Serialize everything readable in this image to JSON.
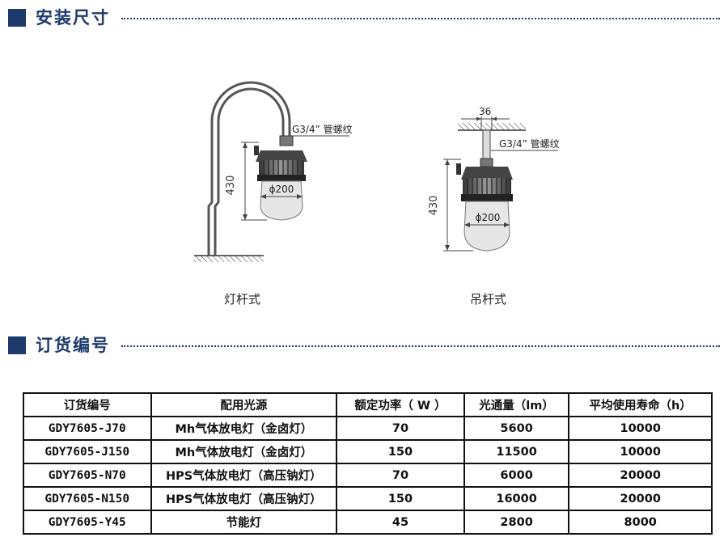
{
  "sections": {
    "install_title": "安装尺寸",
    "order_title": "订货编号"
  },
  "drawings": {
    "left": {
      "caption": "灯杆式",
      "thread_label": "G3/4” 管螺纹",
      "height_label": "430",
      "diameter_label": "ϕ200"
    },
    "right": {
      "caption": "吊杆式",
      "top_label": "36",
      "thread_label": "G3/4” 管螺纹",
      "height_label": "430",
      "diameter_label": "ϕ200"
    }
  },
  "table": {
    "headers": [
      "订货编号",
      "配用光源",
      "额定功率（ W ）",
      "光通量（lm）",
      "平均使用寿命（h）"
    ],
    "rows": [
      [
        "GDY7605-J70",
        "Mh气体放电灯（金卤灯）",
        "70",
        "5600",
        "10000"
      ],
      [
        "GDY7605-J150",
        "Mh气体放电灯（金卤灯）",
        "150",
        "11500",
        "10000"
      ],
      [
        "GDY7605-N70",
        "HPS气体放电灯（高压钠灯）",
        "70",
        "6000",
        "20000"
      ],
      [
        "GDY7605-N150",
        "HPS气体放电灯（高压钠灯）",
        "150",
        "16000",
        "20000"
      ],
      [
        "GDY7605-Y45",
        "节能灯",
        "45",
        "2800",
        "8000"
      ]
    ]
  },
  "colors": {
    "accent": "#1d3a6d",
    "line": "#111111"
  }
}
